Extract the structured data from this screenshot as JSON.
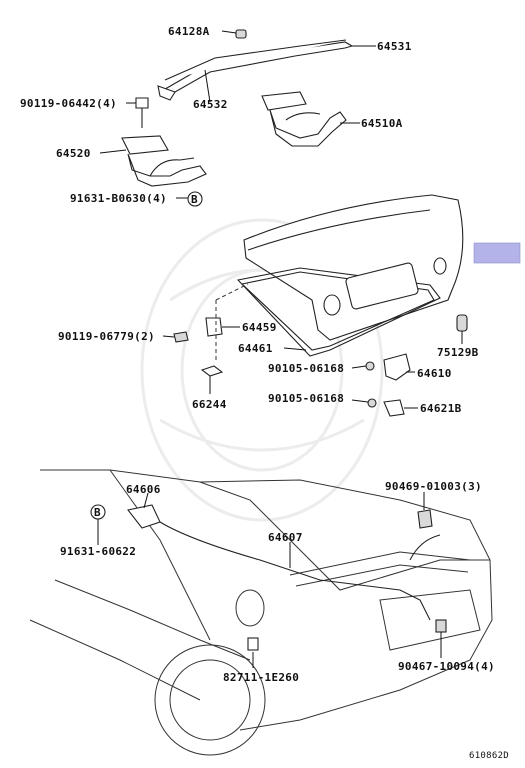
{
  "diagram": {
    "drawing_number": "610862D",
    "highlight_color": "#b3b3ea",
    "labels": [
      {
        "id": "p64128a",
        "text": "64128A"
      },
      {
        "id": "p64531",
        "text": "64531"
      },
      {
        "id": "p90119_06442",
        "text": "90119-06442(4)"
      },
      {
        "id": "p64532",
        "text": "64532"
      },
      {
        "id": "p64510a",
        "text": "64510A"
      },
      {
        "id": "p64520",
        "text": "64520"
      },
      {
        "id": "p91631_b0630",
        "text": "91631-B0630(4)"
      },
      {
        "id": "p90119_06779",
        "text": "90119-06779(2)"
      },
      {
        "id": "p64459",
        "text": "64459"
      },
      {
        "id": "p64461",
        "text": "64461"
      },
      {
        "id": "p75129b",
        "text": "75129B"
      },
      {
        "id": "p90105_06168_a",
        "text": "90105-06168"
      },
      {
        "id": "p64610",
        "text": "64610"
      },
      {
        "id": "p66244",
        "text": "66244"
      },
      {
        "id": "p90105_06168_b",
        "text": "90105-06168"
      },
      {
        "id": "p64621b",
        "text": "64621B"
      },
      {
        "id": "p64606",
        "text": "64606"
      },
      {
        "id": "p90469_01003",
        "text": "90469-01003(3)"
      },
      {
        "id": "p91631_60622",
        "text": "91631-60622"
      },
      {
        "id": "p64607",
        "text": "64607"
      },
      {
        "id": "p82711_1e260",
        "text": "82711-1E260"
      },
      {
        "id": "p90467_10094",
        "text": "90467-10094(4)"
      }
    ],
    "callouts": [
      "B",
      "B"
    ]
  }
}
